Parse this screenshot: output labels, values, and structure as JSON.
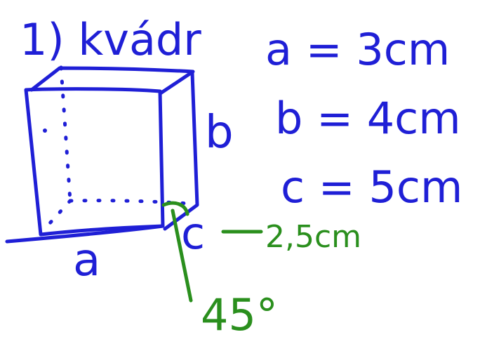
{
  "colors": {
    "ink_blue": "#1f1fd6",
    "ink_green": "#2a8f1d",
    "background": "#ffffff"
  },
  "heading": {
    "label": "1) kvádr"
  },
  "givens": {
    "a": "a = 3cm",
    "b": "b = 4cm",
    "c": "c = 5cm"
  },
  "figure": {
    "edge_a": "a",
    "edge_b": "b",
    "edge_c": "c",
    "scaled_c": "2,5cm",
    "angle": "45°"
  }
}
